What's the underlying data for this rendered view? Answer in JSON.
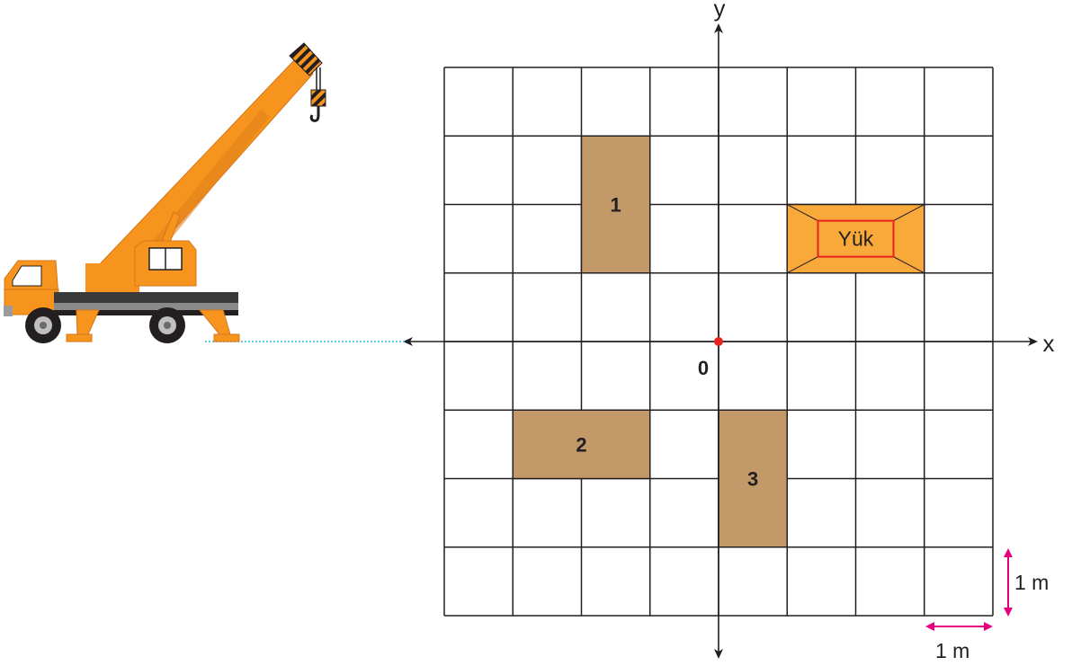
{
  "axes": {
    "x_label": "x",
    "y_label": "y",
    "origin_label": "0"
  },
  "grid": {
    "x_range": [
      -4,
      4
    ],
    "y_range": [
      -4,
      4
    ]
  },
  "blocks": [
    {
      "label": "1",
      "x": [
        -2,
        -1
      ],
      "y": [
        1,
        3
      ]
    },
    {
      "label": "2",
      "x": [
        -3,
        -1
      ],
      "y": [
        -2,
        -1
      ]
    },
    {
      "label": "3",
      "x": [
        0,
        1
      ],
      "y": [
        -3,
        -1
      ]
    }
  ],
  "load": {
    "label": "Yük",
    "x": [
      1,
      3
    ],
    "y": [
      1,
      2
    ]
  },
  "scale": {
    "vertical_label": "1 m",
    "horizontal_label": "1 m"
  },
  "colors": {
    "block": "#c4996a",
    "load": "#f9a93a",
    "load_label_border": "#e8231f",
    "origin_dot": "#e8231f",
    "scale_arrow": "#e5007e",
    "dotted_line": "#29b6d8",
    "crane_body": "#f7941d",
    "grid_line": "#231f20"
  },
  "crane": {
    "icon": "mobile-crane-icon"
  }
}
